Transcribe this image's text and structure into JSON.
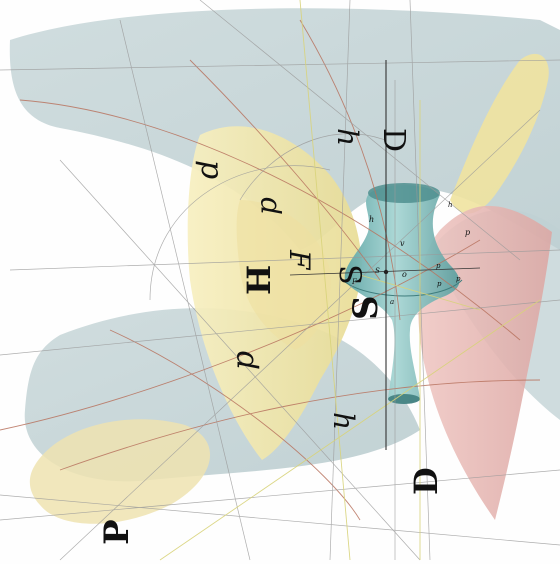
{
  "labels": {
    "big_P": "P",
    "big_D": "D",
    "big_H": "H",
    "big_F": "F",
    "big_S_lower": "S",
    "big_S_upper": "S",
    "top_D": "D",
    "top_h": "h",
    "upper_p": "p",
    "mid_p": "p",
    "lower_p": "p",
    "lower_h": "h",
    "small_h_upper": "h",
    "small_v": "v",
    "small_S": "S",
    "small_o": "o",
    "small_F": "F",
    "small_p1": "p",
    "small_p2": "p",
    "small_p3": "p",
    "small_p4": "p",
    "small_h_right": "h",
    "small_a": "a"
  },
  "colors": {
    "blue_grey_surface": "#c3d4d6",
    "yellow_surface": "#f2e7a6",
    "pink_surface": "#e9b8b4",
    "teal_surface": "#7fbcbb",
    "red_lines": "#b8735f",
    "grey_lines": "#9a9a9a",
    "yellow_lines": "#d8d37a"
  }
}
